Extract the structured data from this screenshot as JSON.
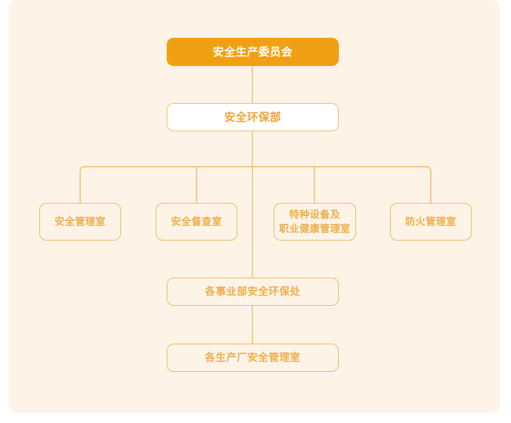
{
  "chart_data": {
    "type": "diagram",
    "diagram_kind": "organization-chart",
    "title": "",
    "orientation": "top-down",
    "nodes": [
      {
        "id": "root",
        "label": "安全生产委员会",
        "level": 0,
        "style": "filled-orange"
      },
      {
        "id": "dept",
        "label": "安全环保部",
        "level": 1,
        "style": "white-box"
      },
      {
        "id": "office1",
        "label": "安全管理室",
        "level": 2,
        "style": "outline-box"
      },
      {
        "id": "office2",
        "label": "安全督查室",
        "level": 2,
        "style": "outline-box"
      },
      {
        "id": "office3",
        "label": "特种设备及",
        "label2": "职业健康管理室",
        "level": 2,
        "style": "outline-box"
      },
      {
        "id": "office4",
        "label": "防火管理室",
        "level": 2,
        "style": "outline-box"
      },
      {
        "id": "division",
        "label": "各事业部安全环保处",
        "level": 3,
        "style": "outline-box"
      },
      {
        "id": "plant",
        "label": "各生产厂安全管理室",
        "level": 4,
        "style": "outline-box"
      }
    ],
    "edges": [
      {
        "from": "root",
        "to": "dept"
      },
      {
        "from": "dept",
        "to": "office1"
      },
      {
        "from": "dept",
        "to": "office2"
      },
      {
        "from": "dept",
        "to": "office3"
      },
      {
        "from": "dept",
        "to": "office4"
      },
      {
        "from": "dept",
        "to": "division"
      },
      {
        "from": "division",
        "to": "plant"
      }
    ],
    "colors": {
      "background": "#FDF4E7",
      "accent_fill": "#F2A013",
      "accent_text": "#FFFFFF",
      "box_border": "#F0BE6C",
      "box_text": "#EDAE4E",
      "dept_border": "#F4C271",
      "dept_fill": "#FFFFFF",
      "connector": "#EFBE74"
    }
  },
  "nodes": {
    "root": {
      "label": "安全生产委员会"
    },
    "dept": {
      "label": "安全环保部"
    },
    "office1": {
      "label": "安全管理室"
    },
    "office2": {
      "label": "安全督查室"
    },
    "office3": {
      "line1": "特种设备及",
      "line2": "职业健康管理室"
    },
    "office4": {
      "label": "防火管理室"
    },
    "division": {
      "label": "各事业部安全环保处"
    },
    "plant": {
      "label": "各生产厂安全管理室"
    }
  }
}
